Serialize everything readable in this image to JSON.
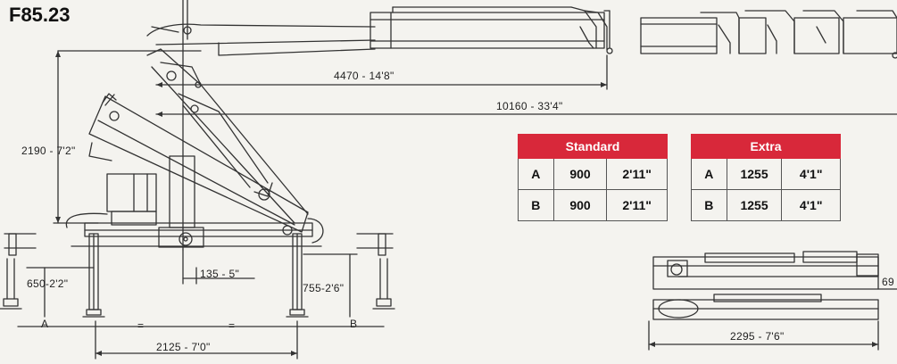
{
  "model": "F85.23",
  "dimensions": {
    "boom_reach": "4470 - 14'8\"",
    "max_reach": "10160 - 33'4\"",
    "height": "2190 - 7'2\"",
    "left_height": "650-2'2\"",
    "right_height": "755-2'6\"",
    "column_offset": "135 - 5\"",
    "base_width": "2125 - 7'0\"",
    "folded_length": "2295 - 7'6\"",
    "folded_height": "69",
    "label_a": "A",
    "label_b": "B",
    "equal_1": "=",
    "equal_2": "="
  },
  "tables": {
    "standard": {
      "title": "Standard",
      "rows": [
        {
          "key": "A",
          "mm": "900",
          "ft": "2'11\""
        },
        {
          "key": "B",
          "mm": "900",
          "ft": "2'11\""
        }
      ]
    },
    "extra": {
      "title": "Extra",
      "rows": [
        {
          "key": "A",
          "mm": "1255",
          "ft": "4'1\""
        },
        {
          "key": "B",
          "mm": "1255",
          "ft": "4'1\""
        }
      ]
    }
  },
  "colors": {
    "header_red": "#d8283a",
    "line": "#333333",
    "background": "#f4f3ef"
  }
}
